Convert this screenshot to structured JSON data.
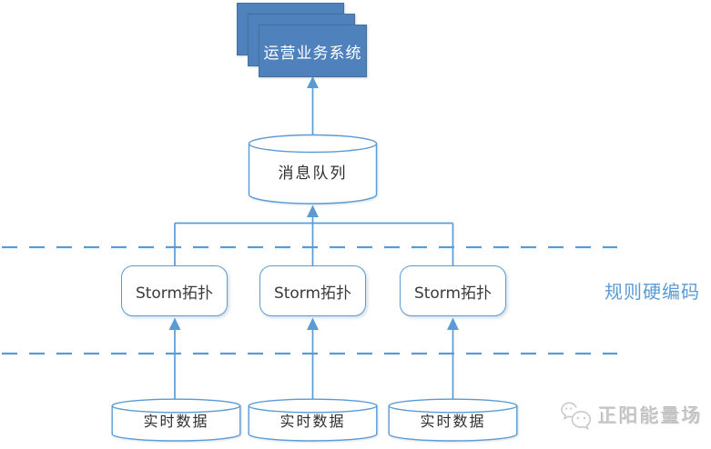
{
  "diagram": {
    "top_system": {
      "label": "运营业务系统"
    },
    "message_queue": {
      "label": "消息队列"
    },
    "storm_nodes": [
      {
        "label": "Storm拓扑"
      },
      {
        "label": "Storm拓扑"
      },
      {
        "label": "Storm拓扑"
      }
    ],
    "data_sources": [
      {
        "label": "实时数据"
      },
      {
        "label": "实时数据"
      },
      {
        "label": "实时数据"
      }
    ],
    "annotation": {
      "label": "规则硬编码"
    },
    "watermark": {
      "label": "正阳能量场",
      "icon": "wechat-bubbles-icon"
    },
    "colors": {
      "connector_blue": "#5B9BD5",
      "stack_fill": "#4F81BD",
      "stack_border": "#41719C",
      "shape_text": "#2E2E2E",
      "annotation_blue": "#5B9BD5",
      "watermark_gray": "#CDCDCD",
      "background": "#FFFFFF"
    }
  }
}
